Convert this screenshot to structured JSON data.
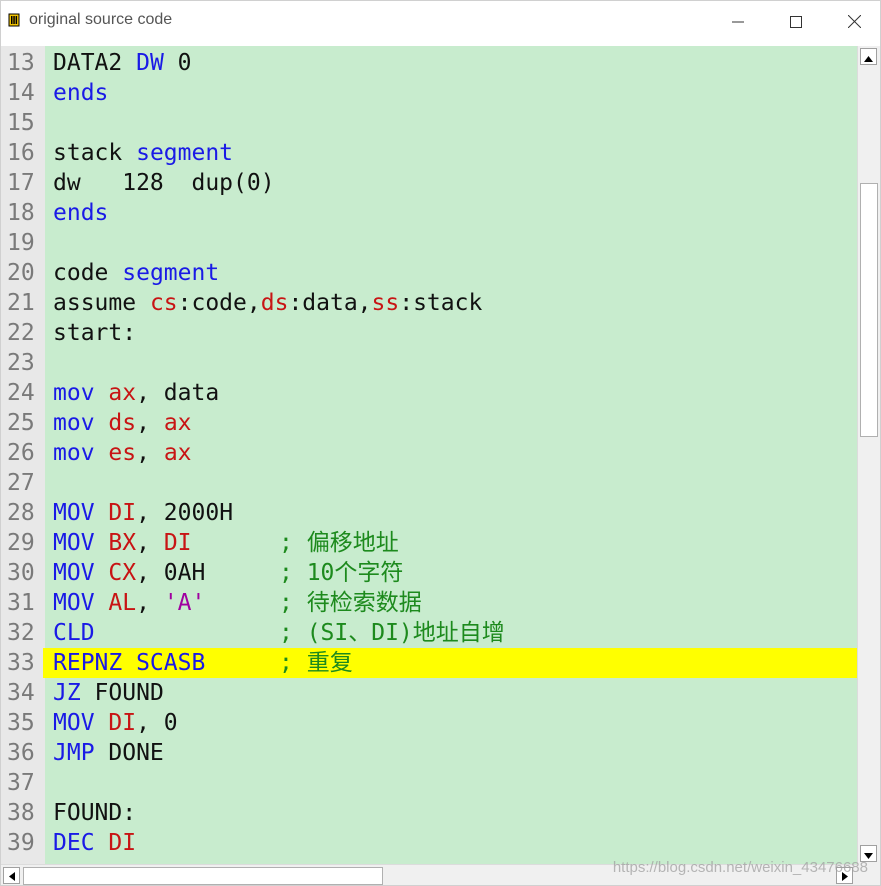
{
  "window": {
    "title": "original source code",
    "icon": "chip-icon"
  },
  "titlebar_buttons": {
    "minimize": "minimize-icon",
    "maximize": "maximize-icon",
    "close": "close-icon"
  },
  "colors": {
    "editor_bg": "#c8ecce",
    "highlight": "#ffff00",
    "keyword": "#1a1ae6",
    "register": "#c81414",
    "comment": "#1d8a1d",
    "string": "#a000a0"
  },
  "editor": {
    "highlighted_line": "33",
    "lines": [
      {
        "num": "13",
        "tokens": [
          {
            "t": "DATA2 ",
            "c": "txt"
          },
          {
            "t": "DW",
            "c": "kw"
          },
          {
            "t": " 0",
            "c": "num"
          }
        ],
        "comment": ""
      },
      {
        "num": "14",
        "tokens": [
          {
            "t": "ends",
            "c": "kw"
          }
        ],
        "comment": ""
      },
      {
        "num": "15",
        "tokens": [],
        "comment": ""
      },
      {
        "num": "16",
        "tokens": [
          {
            "t": "stack ",
            "c": "txt"
          },
          {
            "t": "segment",
            "c": "kw"
          }
        ],
        "comment": ""
      },
      {
        "num": "17",
        "tokens": [
          {
            "t": "dw   128  dup(0)",
            "c": "txt"
          }
        ],
        "comment": ""
      },
      {
        "num": "18",
        "tokens": [
          {
            "t": "ends",
            "c": "kw"
          }
        ],
        "comment": ""
      },
      {
        "num": "19",
        "tokens": [],
        "comment": ""
      },
      {
        "num": "20",
        "tokens": [
          {
            "t": "code ",
            "c": "txt"
          },
          {
            "t": "segment",
            "c": "kw"
          }
        ],
        "comment": ""
      },
      {
        "num": "21",
        "tokens": [
          {
            "t": "assume ",
            "c": "txt"
          },
          {
            "t": "cs",
            "c": "reg"
          },
          {
            "t": ":code,",
            "c": "txt"
          },
          {
            "t": "ds",
            "c": "reg"
          },
          {
            "t": ":data,",
            "c": "txt"
          },
          {
            "t": "ss",
            "c": "reg"
          },
          {
            "t": ":stack",
            "c": "txt"
          }
        ],
        "comment": ""
      },
      {
        "num": "22",
        "tokens": [
          {
            "t": "start:",
            "c": "txt"
          }
        ],
        "comment": ""
      },
      {
        "num": "23",
        "tokens": [],
        "comment": ""
      },
      {
        "num": "24",
        "tokens": [
          {
            "t": "mov",
            "c": "kw"
          },
          {
            "t": " ",
            "c": "txt"
          },
          {
            "t": "ax",
            "c": "reg"
          },
          {
            "t": ", data",
            "c": "txt"
          }
        ],
        "comment": ""
      },
      {
        "num": "25",
        "tokens": [
          {
            "t": "mov",
            "c": "kw"
          },
          {
            "t": " ",
            "c": "txt"
          },
          {
            "t": "ds",
            "c": "reg"
          },
          {
            "t": ", ",
            "c": "txt"
          },
          {
            "t": "ax",
            "c": "reg"
          }
        ],
        "comment": ""
      },
      {
        "num": "26",
        "tokens": [
          {
            "t": "mov",
            "c": "kw"
          },
          {
            "t": " ",
            "c": "txt"
          },
          {
            "t": "es",
            "c": "reg"
          },
          {
            "t": ", ",
            "c": "txt"
          },
          {
            "t": "ax",
            "c": "reg"
          }
        ],
        "comment": ""
      },
      {
        "num": "27",
        "tokens": [],
        "comment": ""
      },
      {
        "num": "28",
        "tokens": [
          {
            "t": "MOV",
            "c": "kw"
          },
          {
            "t": " ",
            "c": "txt"
          },
          {
            "t": "DI",
            "c": "reg"
          },
          {
            "t": ", 2000H",
            "c": "txt"
          }
        ],
        "comment": ""
      },
      {
        "num": "29",
        "tokens": [
          {
            "t": "MOV",
            "c": "kw"
          },
          {
            "t": " ",
            "c": "txt"
          },
          {
            "t": "BX",
            "c": "reg"
          },
          {
            "t": ", ",
            "c": "txt"
          },
          {
            "t": "DI",
            "c": "reg"
          }
        ],
        "comment": "; 偏移地址"
      },
      {
        "num": "30",
        "tokens": [
          {
            "t": "MOV",
            "c": "kw"
          },
          {
            "t": " ",
            "c": "txt"
          },
          {
            "t": "CX",
            "c": "reg"
          },
          {
            "t": ", 0AH",
            "c": "txt"
          }
        ],
        "comment": "; 10个字符"
      },
      {
        "num": "31",
        "tokens": [
          {
            "t": "MOV",
            "c": "kw"
          },
          {
            "t": " ",
            "c": "txt"
          },
          {
            "t": "AL",
            "c": "reg"
          },
          {
            "t": ", ",
            "c": "txt"
          },
          {
            "t": "'A'",
            "c": "str"
          }
        ],
        "comment": "; 待检索数据"
      },
      {
        "num": "32",
        "tokens": [
          {
            "t": "CLD",
            "c": "kw"
          }
        ],
        "comment": "; (SI、DI)地址自增"
      },
      {
        "num": "33",
        "tokens": [
          {
            "t": "REPNZ SCASB",
            "c": "kw"
          }
        ],
        "comment": "; 重复"
      },
      {
        "num": "34",
        "tokens": [
          {
            "t": "JZ",
            "c": "kw"
          },
          {
            "t": " FOUND",
            "c": "txt"
          }
        ],
        "comment": ""
      },
      {
        "num": "35",
        "tokens": [
          {
            "t": "MOV",
            "c": "kw"
          },
          {
            "t": " ",
            "c": "txt"
          },
          {
            "t": "DI",
            "c": "reg"
          },
          {
            "t": ", 0",
            "c": "txt"
          }
        ],
        "comment": ""
      },
      {
        "num": "36",
        "tokens": [
          {
            "t": "JMP",
            "c": "kw"
          },
          {
            "t": " DONE",
            "c": "txt"
          }
        ],
        "comment": ""
      },
      {
        "num": "37",
        "tokens": [],
        "comment": ""
      },
      {
        "num": "38",
        "tokens": [
          {
            "t": "FOUND:",
            "c": "txt"
          }
        ],
        "comment": ""
      },
      {
        "num": "39",
        "tokens": [
          {
            "t": "DEC",
            "c": "kw"
          },
          {
            "t": " ",
            "c": "txt"
          },
          {
            "t": "DI",
            "c": "reg"
          }
        ],
        "comment": ""
      }
    ]
  },
  "watermark": "https://blog.csdn.net/weixin_43476688"
}
